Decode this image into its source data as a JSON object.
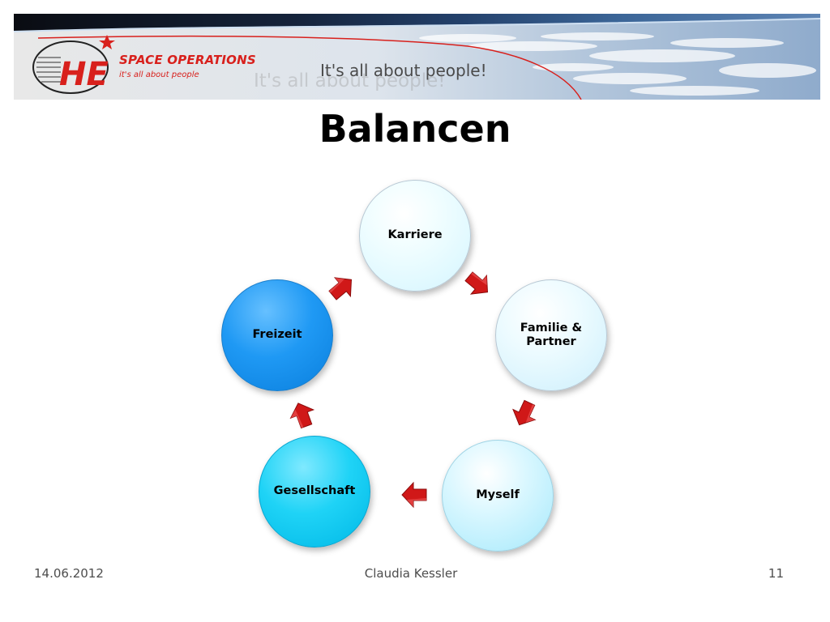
{
  "header": {
    "brand_name": "SPACE OPERATIONS",
    "brand_tagline": "it's all about people",
    "slogan": "It's all about people!",
    "logo_letters": "HE"
  },
  "slide": {
    "title": "Balancen"
  },
  "cycle": {
    "nodes": [
      {
        "id": "karriere",
        "label": "Karriere",
        "color": "#e6fbff"
      },
      {
        "id": "familie",
        "label": "Familie & Partner",
        "color": "#dcf5fd"
      },
      {
        "id": "myself",
        "label": "Myself",
        "color": "#c2f1fd"
      },
      {
        "id": "gesellschaft",
        "label": "Gesellschaft",
        "color": "#16cdf3"
      },
      {
        "id": "freizeit",
        "label": "Freizeit",
        "color": "#1a92ee"
      }
    ],
    "arrow_color": "#d01818",
    "flow": [
      "karriere",
      "familie",
      "myself",
      "gesellschaft",
      "freizeit",
      "karriere"
    ]
  },
  "footer": {
    "date": "14.06.2012",
    "author": "Claudia Kessler",
    "page_number": "11"
  }
}
